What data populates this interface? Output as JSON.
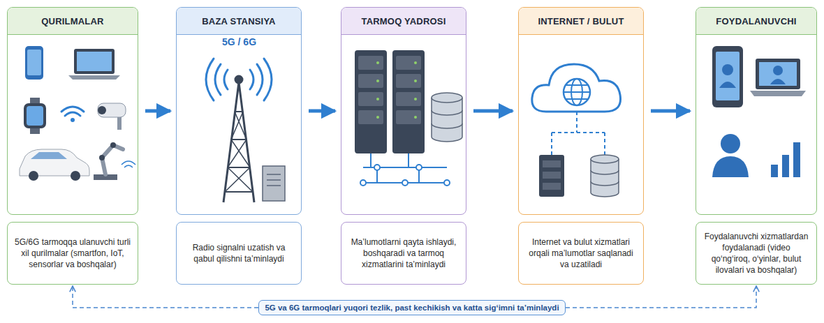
{
  "diagram": {
    "nodes": [
      {
        "text": [
          "QURILMALAR"
        ]
      },
      {
        "text": [
          "BAZA STANSIYA"
        ]
      },
      {
        "text": [
          "TARMOQ YADROSI"
        ]
      },
      {
        "text": [
          "INTERNET / BULUT"
        ]
      },
      {
        "text": [
          "FOYDALANUVCHI"
        ]
      },
      {
        "text": [
          "5G/6G tarmoqqa ulanuvchi turli xil qurilmalar (smartfon, IoT, sensorlar va boshqalar)"
        ]
      },
      {
        "text": [
          "Radio signalni uzatish va qabul qilishni ta’minlaydi"
        ]
      },
      {
        "text": [
          "Ma’lumotlarni qayta ishlaydi, boshqaradi va tarmoq xizmatlarini ta’minlaydi"
        ]
      },
      {
        "text": [
          "Internet va bulut xizmatlari orqali ma’lumotlar saqlanadi va uzatiladi"
        ]
      },
      {
        "text": [
          "Foydalanuvchi xizmatlardan foydalanadi (video qo‘ng‘iroq, o‘yinlar, bulut ilovalari va boshqalar)"
        ]
      },
      {
        "text": [
          "5G va 6G tarmoqlari yuqori tezlik, past kechikish va katta sig‘imni ta’minlaydi"
        ]
      }
    ],
    "edges": [
      {
        "from": 0,
        "to": 1,
        "arrow": "to"
      },
      {
        "from": 1,
        "to": 2,
        "arrow": "to"
      },
      {
        "from": 2,
        "to": 3,
        "arrow": "to"
      },
      {
        "from": 3,
        "to": 4,
        "arrow": "to"
      },
      {
        "from": 10,
        "to": 5,
        "arrow": "to"
      },
      {
        "from": 10,
        "to": 9,
        "arrow": "to"
      }
    ],
    "labels": [
      "5G / 6G"
    ]
  }
}
